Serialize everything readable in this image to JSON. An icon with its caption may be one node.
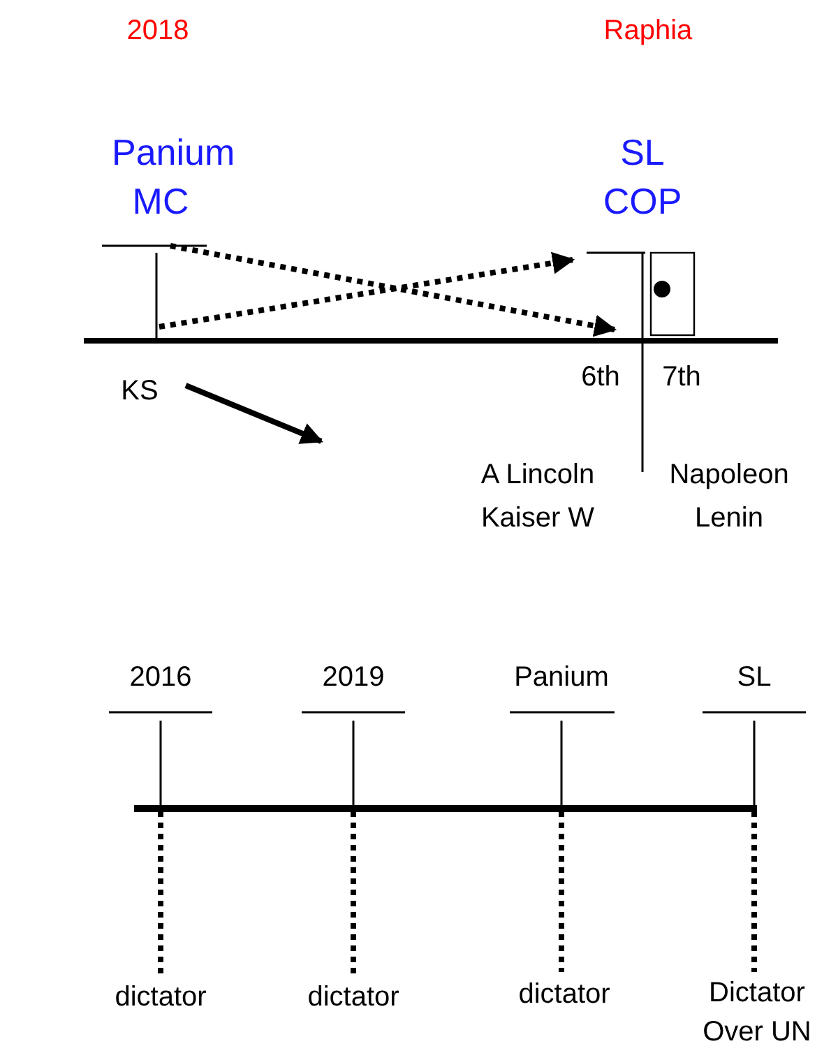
{
  "diagram": {
    "nodes": [
      {
        "text": [
          "Panium MC"
        ]
      },
      {
        "text": [
          "SL COP"
        ]
      },
      {
        "text": [
          "KS"
        ]
      },
      {
        "text": [
          "2016"
        ]
      },
      {
        "text": [
          "2019"
        ]
      },
      {
        "text": [
          "Panium"
        ]
      },
      {
        "text": [
          "SL"
        ]
      },
      {
        "text": [
          "dictator"
        ]
      },
      {
        "text": [
          "dictator"
        ]
      },
      {
        "text": [
          "dictator"
        ]
      },
      {
        "text": [
          "Dictator Over UN"
        ]
      }
    ],
    "edges": [
      {
        "from": 0,
        "to": 1,
        "arrow": "to",
        "style": "dashed"
      },
      {
        "from": 0,
        "to": 1,
        "arrow": "to",
        "style": "dashed"
      },
      {
        "from": 2,
        "to": null,
        "arrow": "to"
      },
      {
        "from": 3,
        "to": 7,
        "arrow": "none",
        "style": "dashed"
      },
      {
        "from": 4,
        "to": 8,
        "arrow": "none",
        "style": "dashed"
      },
      {
        "from": 5,
        "to": 9,
        "arrow": "none",
        "style": "dashed"
      },
      {
        "from": 6,
        "to": 10,
        "arrow": "none",
        "style": "dashed"
      }
    ],
    "labels": [
      "2018",
      "Raphia",
      "6th",
      "7th",
      "A Lincoln Kaiser W",
      "Napoleon Lenin"
    ]
  }
}
